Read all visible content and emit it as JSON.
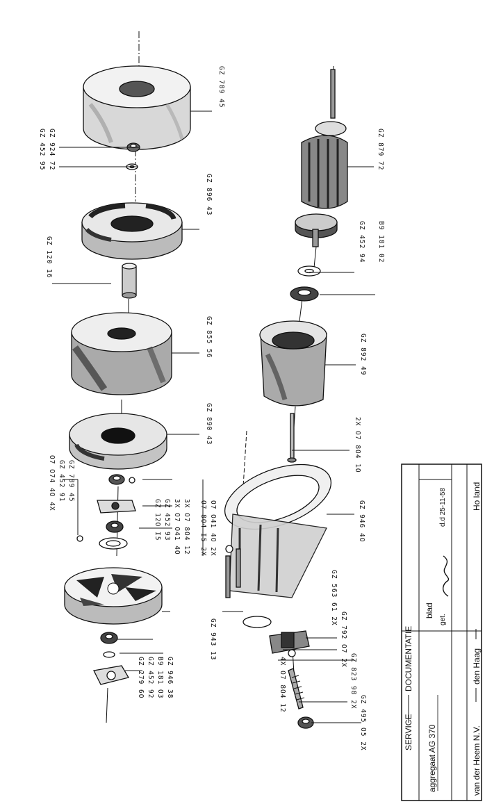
{
  "labels": {
    "gz78945": "GZ 789 45",
    "gz45295": "GZ 452 95",
    "gz92472": "GZ 924 72",
    "gz89643": "GZ 896 43",
    "gz12016": "GZ 120 16",
    "gz85556": "GZ 855 56",
    "gz89043": "GZ 890 43",
    "gz87972": "GZ 879 72",
    "gz45294": "GZ 452 94",
    "b918102": "B9 181 02",
    "gz89249": "GZ 892 49",
    "o780410": "2X  O7 8O4 1O",
    "o707440": "O7 O74 4O  4X",
    "gz45291": "GZ 452 91",
    "gz78945b": "GZ 789 45",
    "gz12015": "GZ 12O I5",
    "gz45293": "GZ 452 93",
    "o704140": "3X  O7 O41 4O",
    "o780412": "3X  O7 8O4 12",
    "o780415": "O7 8O4 I5  2X",
    "o704140b": "O7 O41 4O  2X",
    "gz94640": "GZ 946 4O",
    "gz27960": "GZ 279 6O",
    "gz45292": "GZ 452 92",
    "b918103": "B9 181 O3",
    "gz94638": "GZ 946 38",
    "gz94313": "GZ 943 13",
    "gz56361": "GZ 563 61  2X",
    "gz79207": "GZ 792 O7  2X",
    "gz82398": "GZ 823 98  2X",
    "gz49505": "GZ 495 O5  2X",
    "o780412b": "4X   O7 8O4 12"
  },
  "title_block": {
    "service": "SERVICE",
    "documentatie": "DOCUMENTATIE",
    "product": "aggregaat  AG 370",
    "company": "van der Heem  N.V.",
    "city": "den Haag",
    "country": "Ho land",
    "blad": "blad",
    "get": "get.",
    "date": "d.d 25-11-58"
  }
}
